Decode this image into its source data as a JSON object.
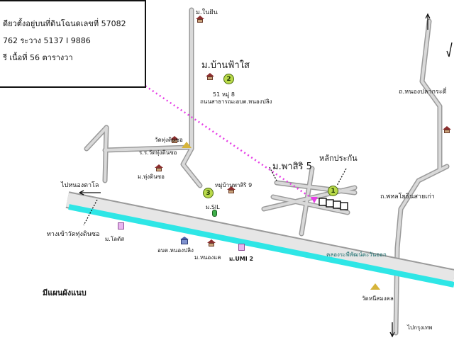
{
  "info_box": {
    "line1": "ดียวตั้งอยู่บนที่ดินโฉนดเลขที่ 57082",
    "line2": "762  ระวาง 5137 I 9886",
    "line3": "รี    เนื้อที่  56  ตารางวา"
  },
  "labels": {
    "ban_fa_sai": "ม.บ้านฟ้าใส",
    "fa_sai_addr1": "51 หมู่ 8",
    "fa_sai_addr2": "ถนนสาธารณะอบต.หนองปลิง",
    "nai_fan": "ม.ในฝัน",
    "wat_thung_din_so": "วัดทุ่งดินซอ",
    "school_thung_din_so": "ร.ร.วัดทุ่งดินซอ",
    "m_thung_din_so": "ม.ทุ่งดินซอ",
    "moo_ban_phasiri9": "หมู่บ้านพาสิริ 9",
    "m_sil": "ม.SIL",
    "to_nong_tha_lo": "ไปหนองตาโล",
    "road_to_wat": "ทางเข้าวัดทุ่งดินซอ",
    "m_lotus": "ม.โลตัส",
    "obt_nong_pling": "อบต.หนองปลิง",
    "m_nong_khae": "ม.หนองแค",
    "m_umi2": "ม.UMI 2",
    "m_phasiri5": "ม.พาสิริ 5",
    "collateral": "หลักประกัน",
    "road_nong_pla_krabi": "ถ.หนองปลากระดี่",
    "road_phahon_old": "ถ.พหลโยธินสายเก่า",
    "canal": "คลองระพีพัฒน์ตะวันออก",
    "wat_nong_lom": "วัดหนีสมงคล",
    "to_bangkok": "ไปกรุงเทพ",
    "map_note": "มีแผนผังแนบ",
    "marker_1": "1",
    "marker_2": "2",
    "marker_3": "3"
  },
  "colors": {
    "road_fill": "#d9d9d9",
    "road_outline": "#9a9a9a",
    "canal": "#2ee6e6",
    "route": "#e63ee6",
    "marker": "#b9d94a"
  }
}
